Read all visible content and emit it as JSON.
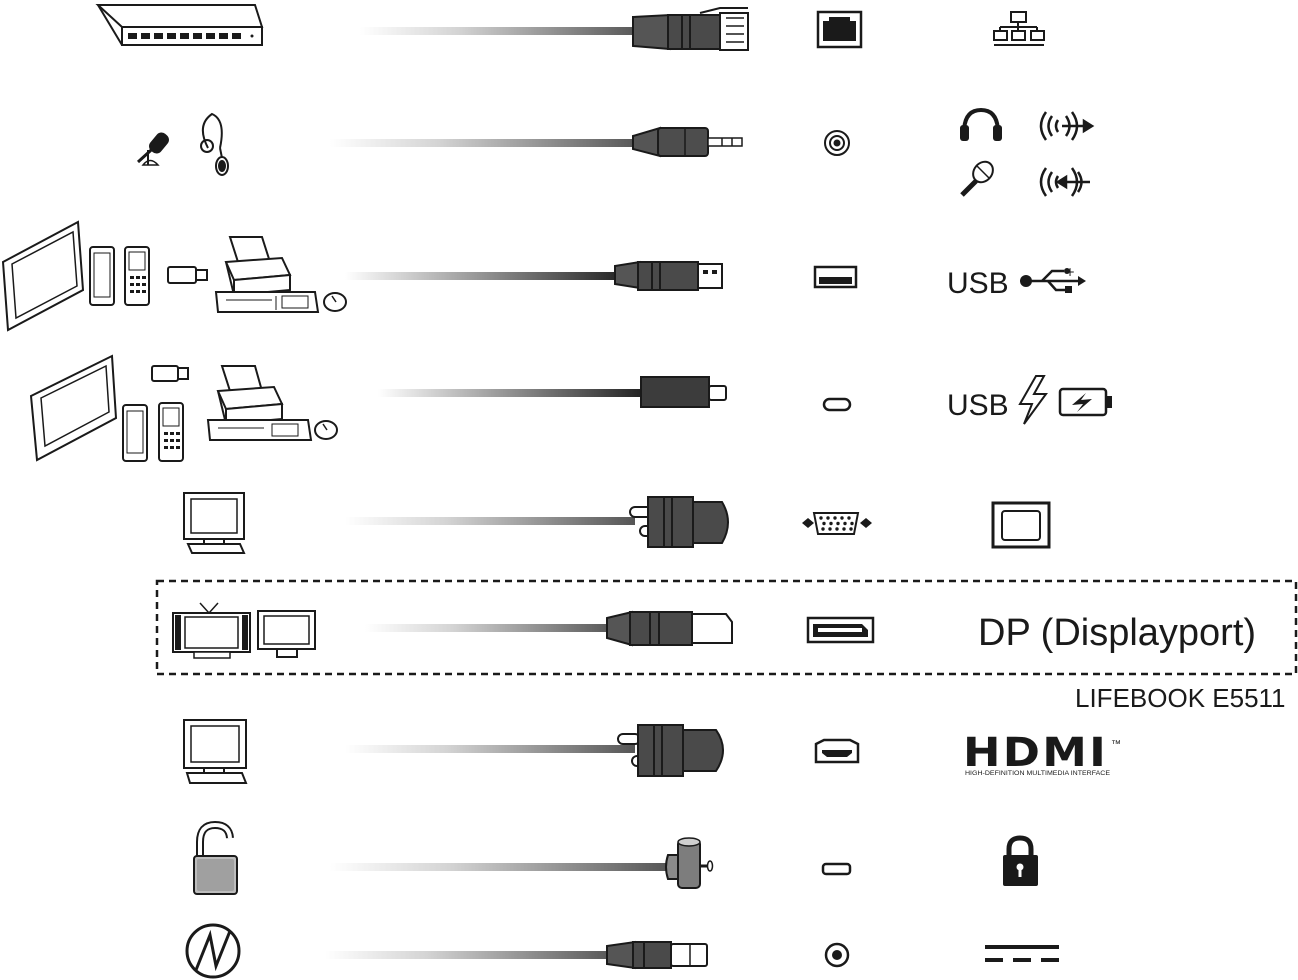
{
  "rows": [
    {
      "id": "lan",
      "device": "network-switch",
      "connector": "rj45-plug",
      "port": "rj45-port",
      "symbol": "network-icon"
    },
    {
      "id": "audio",
      "device": "microphone-and-earphone",
      "connector": "audio-jack-plug",
      "port": "audio-jack-port",
      "symbol": "headset-and-audio-icons"
    },
    {
      "id": "usb-a",
      "device": "usb-peripherals",
      "connector": "usb-a-plug",
      "port": "usb-a-port",
      "symbol": "usb-icon"
    },
    {
      "id": "usb-c",
      "device": "usb-c-peripherals",
      "connector": "usb-c-plug",
      "port": "usb-c-port",
      "symbol": "thunderbolt-charge-icon"
    },
    {
      "id": "vga",
      "device": "monitor",
      "connector": "vga-plug",
      "port": "vga-port",
      "symbol": "monitor-icon"
    },
    {
      "id": "dp",
      "device": "tv-and-monitor",
      "connector": "displayport-plug",
      "port": "displayport-port",
      "symbol": "dp-label",
      "highlighted": true
    },
    {
      "id": "hdmi",
      "device": "monitor",
      "connector": "hdmi-plug",
      "port": "hdmi-port",
      "symbol": "hdmi-logo"
    },
    {
      "id": "lock",
      "device": "padlock",
      "connector": "security-lock",
      "port": "security-slot",
      "symbol": "lock-icon"
    },
    {
      "id": "dc",
      "device": "power-icon",
      "connector": "dc-plug",
      "port": "dc-in-port",
      "symbol": "dc-icon"
    }
  ],
  "labels": {
    "usb_a": "USB",
    "usb_c": "USB",
    "dp": "DP (Displayport)",
    "model": "LIFEBOOK E5511",
    "hdmi_logo": "HDMI",
    "hdmi_tm": "™",
    "hdmi_sub": "HIGH-DEFINITION MULTIMEDIA INTERFACE"
  },
  "colors": {
    "ink": "#1a1a1a",
    "cable_gray": "#6e6e6e",
    "connector_dark": "#3c3c3c",
    "highlight_border": "#1a1a1a"
  }
}
